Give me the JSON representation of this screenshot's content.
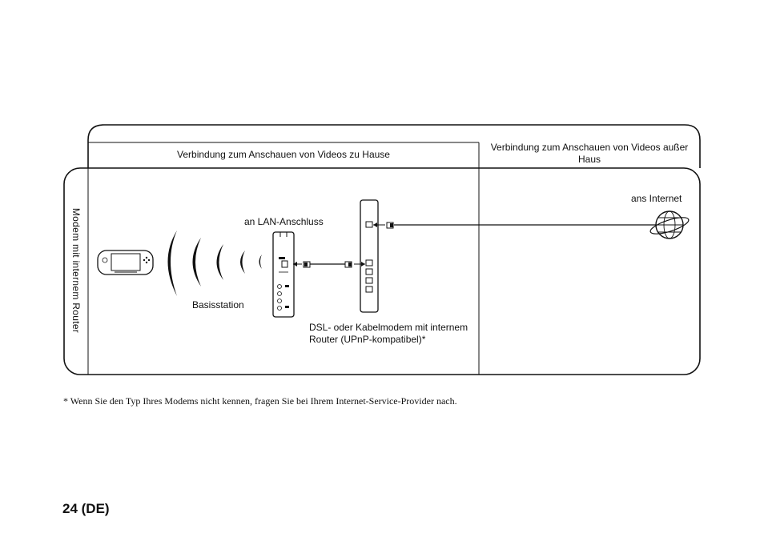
{
  "headers": {
    "home": "Verbindung zum Anschauen von Videos zu Hause",
    "outside": "Verbindung zum Anschauen von Videos außer Haus"
  },
  "side_label": "Modem mit internem Router",
  "labels": {
    "lan_port": "an LAN-Anschluss",
    "internet": "ans Internet",
    "base_station": "Basisstation",
    "modem": "DSL- oder Kabelmodem mit internem Router (UPnP-kompatibel)*"
  },
  "footnote": "* Wenn Sie den Typ Ihres Modems nicht kennen, fragen Sie bei Ihrem Internet-Service-Provider nach.",
  "page_number": "24 (DE)",
  "icons": [
    "psp-handheld-icon",
    "wireless-waves-icon",
    "base-station-icon",
    "modem-router-icon",
    "globe-icon"
  ]
}
